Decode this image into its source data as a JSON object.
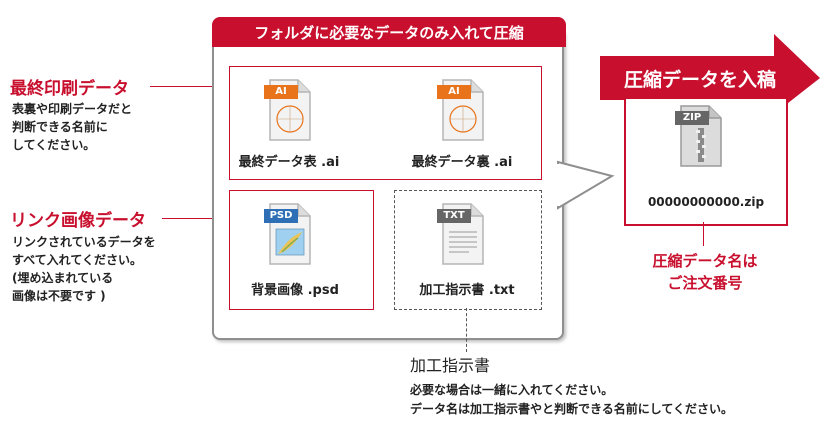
{
  "panel_title": "フォルダに必要なデータのみ入れて圧縮",
  "print_data": {
    "title": "最終印刷データ",
    "desc": [
      "表裏や印刷データだと",
      "判断できる名前に",
      "してください。"
    ]
  },
  "link_data": {
    "title": "リンク画像データ",
    "desc": [
      "リンクされているデータを",
      "すべて入れてください。",
      "(埋め込まれている",
      "画像は不要です )"
    ]
  },
  "files": {
    "front": {
      "badge": "AI",
      "label": "最終データ表 .ai"
    },
    "back": {
      "badge": "AI",
      "label": "最終データ裏 .ai"
    },
    "bg": {
      "badge": "PSD",
      "label": "背景画像 .psd"
    },
    "txt": {
      "badge": "TXT",
      "label": "加工指示書 .txt"
    }
  },
  "zip": {
    "arrow_label": "圧縮データを入稿",
    "badge": "ZIP",
    "filename": "00000000000.zip",
    "note": [
      "圧縮データ名は",
      "ご注文番号"
    ]
  },
  "instructions": {
    "title": "加工指示書",
    "desc": [
      "必要な場合は一緒に入れてください。",
      "データ名は加工指示書やと判断できる名前にしてください。"
    ]
  },
  "colors": {
    "accent": "#c8102e",
    "ai_badge": "#e8731a",
    "psd_badge": "#2f6fb5",
    "gray_badge": "#666666"
  }
}
